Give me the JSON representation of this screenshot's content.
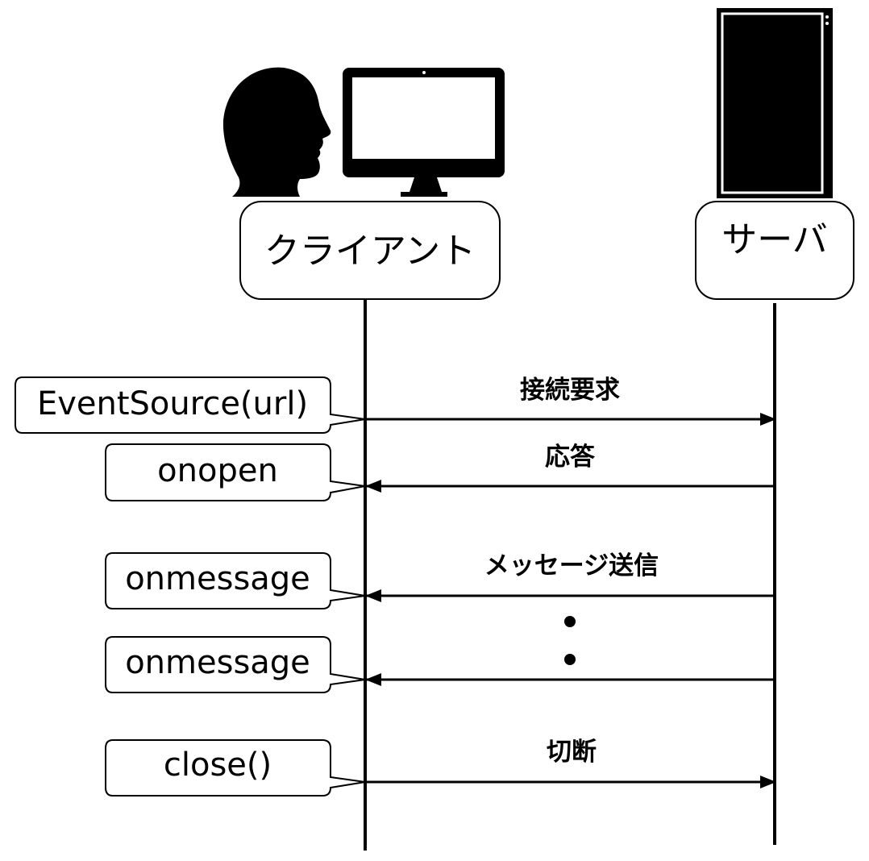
{
  "actors": {
    "client": {
      "label": "クライアント",
      "icons": [
        "person-silhouette-icon",
        "desktop-monitor-icon"
      ]
    },
    "server": {
      "label": "サーバ",
      "icons": [
        "server-tower-icon"
      ]
    }
  },
  "messages": {
    "connect": {
      "label": "接続要求",
      "direction": "client-to-server"
    },
    "respond": {
      "label": "応答",
      "direction": "server-to-client"
    },
    "send": {
      "label": "メッセージ送信",
      "direction": "server-to-client"
    },
    "send_repeat": {
      "label": "",
      "direction": "server-to-client"
    },
    "disconnect": {
      "label": "切断",
      "direction": "client-to-server"
    }
  },
  "continuation": "vertical-dots",
  "notes": {
    "event_source": "EventSource(url)",
    "onopen": "onopen",
    "onmessage_1": "onmessage",
    "onmessage_2": "onmessage",
    "close": "close()"
  },
  "colors": {
    "line": "#000000",
    "box_fill": "#ffffff",
    "icon_fill": "#000000"
  }
}
